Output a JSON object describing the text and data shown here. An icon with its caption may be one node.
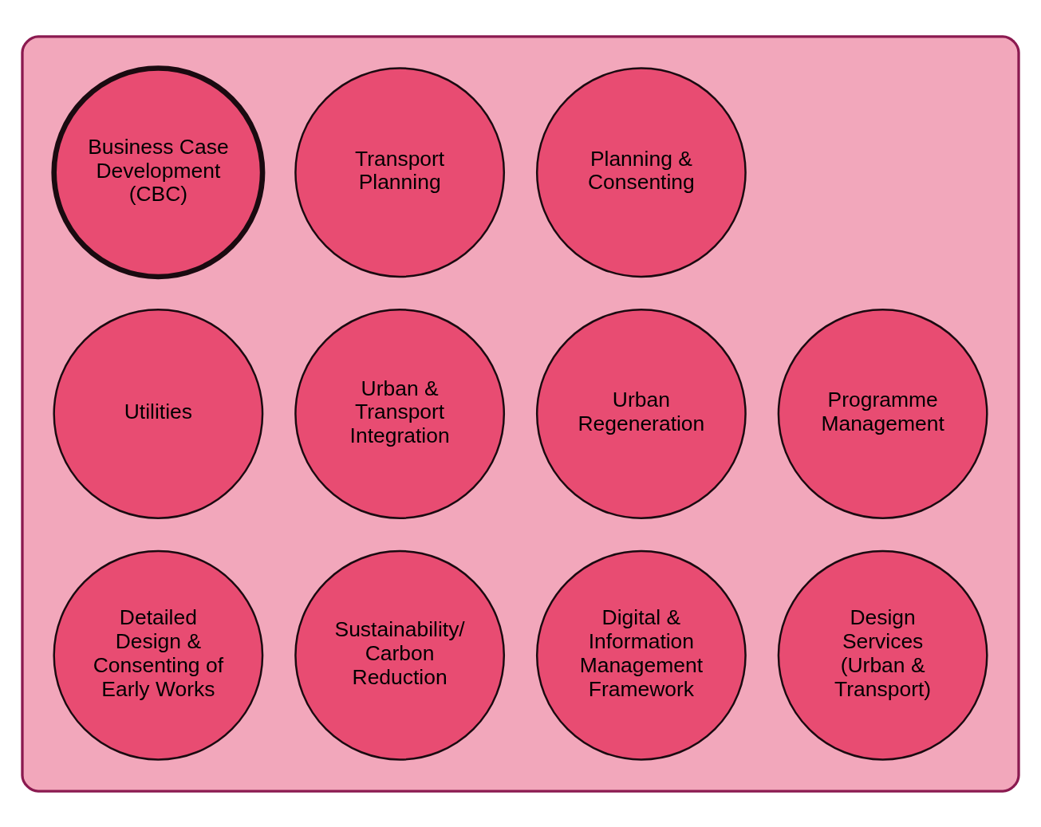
{
  "diagram": {
    "nodes": [
      {
        "text": [],
        "shape": "box"
      },
      {
        "text": [
          "Business Case Development (CBC)"
        ],
        "in": 0
      },
      {
        "text": [
          "Transport Planning"
        ],
        "in": 0
      },
      {
        "text": [
          "Planning & Consenting"
        ],
        "in": 0
      },
      {
        "text": [
          "Utilities"
        ],
        "in": 0
      },
      {
        "text": [
          "Urban & Transport Integration"
        ],
        "in": 0
      },
      {
        "text": [
          "Urban Regeneration"
        ],
        "in": 0
      },
      {
        "text": [
          "Programme Management"
        ],
        "in": 0
      },
      {
        "text": [
          "Detailed Design & Consenting of Early Works"
        ],
        "in": 0
      },
      {
        "text": [
          "Sustainability/ Carbon Reduction"
        ],
        "in": 0
      },
      {
        "text": [
          "Digital & Information Management Framework"
        ],
        "in": 0
      },
      {
        "text": [
          "Design Services (Urban & Transport)"
        ],
        "in": 0
      }
    ],
    "edges": []
  }
}
